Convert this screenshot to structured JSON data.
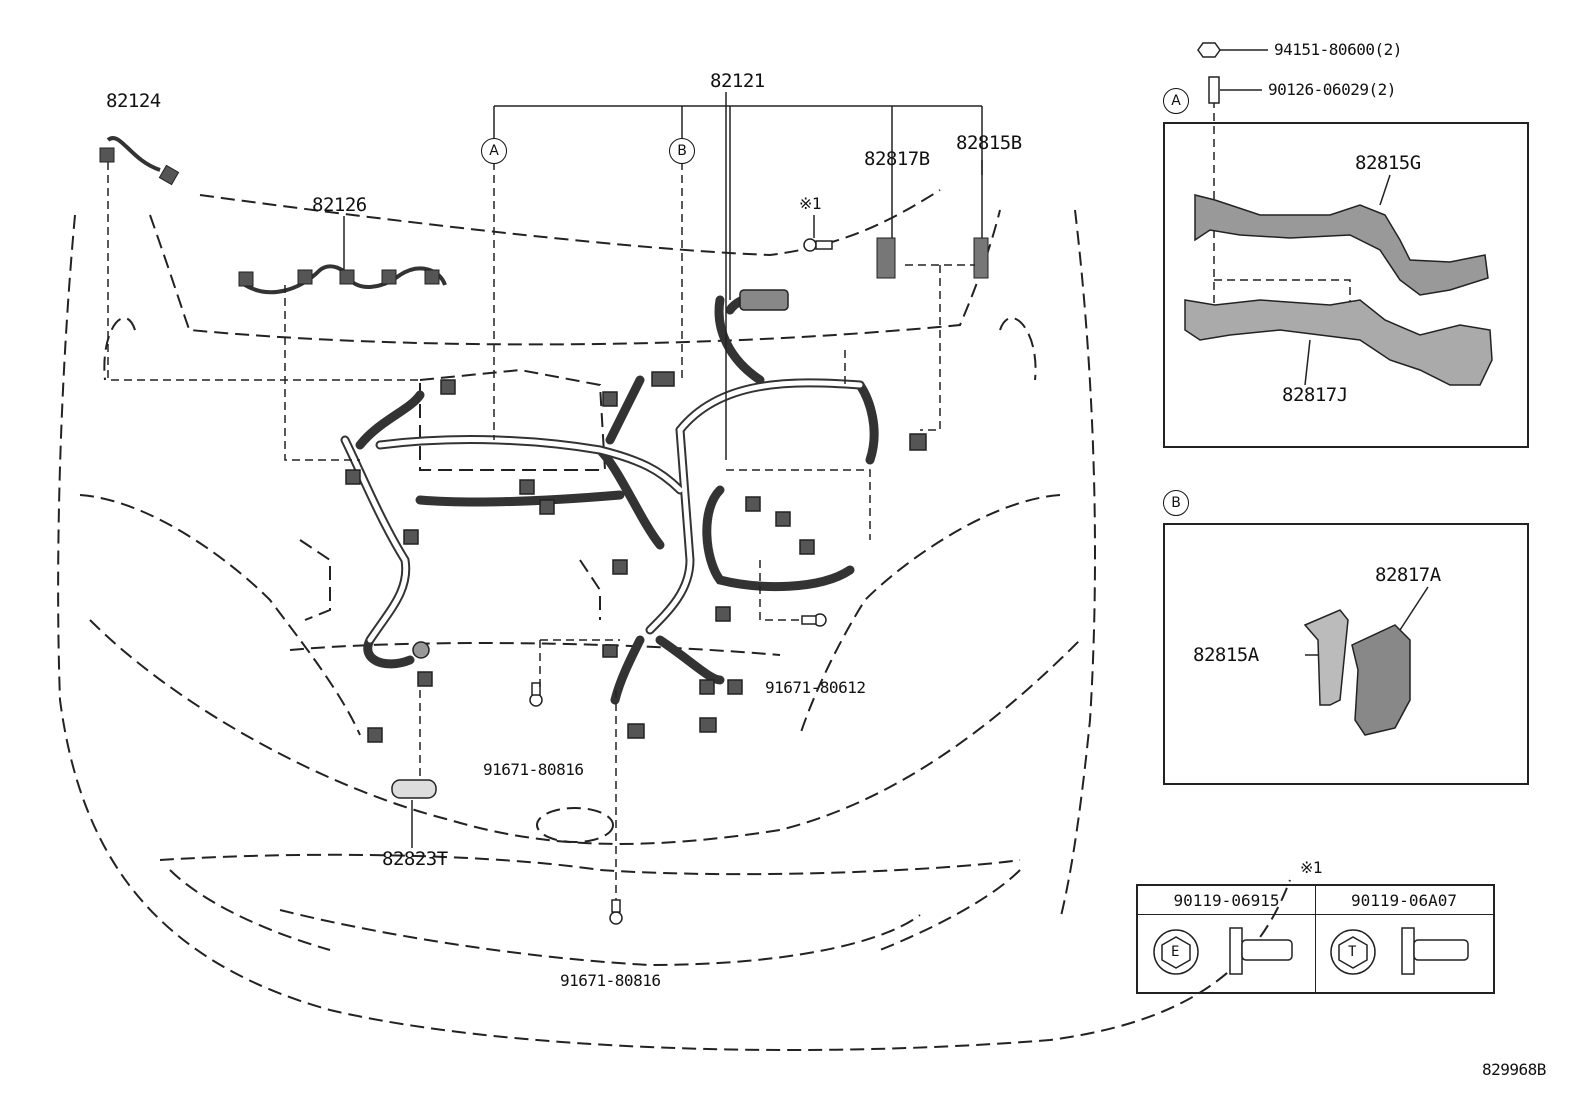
{
  "diagram": {
    "part_labels": {
      "p82121": "82121",
      "p82124": "82124",
      "p82126": "82126",
      "p82817B": "82817B",
      "p82815B": "82815B",
      "p82823T": "82823T",
      "p91671_80816_a": "91671-80816",
      "p91671_80816_b": "91671-80816",
      "p91671_80612": "91671-80612",
      "p94151": "94151-80600(2)",
      "p90126": "90126-06029(2)",
      "p82815G": "82815G",
      "p82817J": "82817J",
      "p82817A": "82817A",
      "p82815A": "82815A"
    },
    "callouts": {
      "a_main": "A",
      "b_main": "B",
      "a_inset": "A",
      "b_inset": "B"
    },
    "note_mark": "※1",
    "fastener_table": {
      "note_mark": "※1",
      "col1_header": "90119-06915",
      "col2_header": "90119-06A07",
      "col1_symbol": "E",
      "col2_symbol": "T"
    },
    "drawing_number": "829968B"
  }
}
